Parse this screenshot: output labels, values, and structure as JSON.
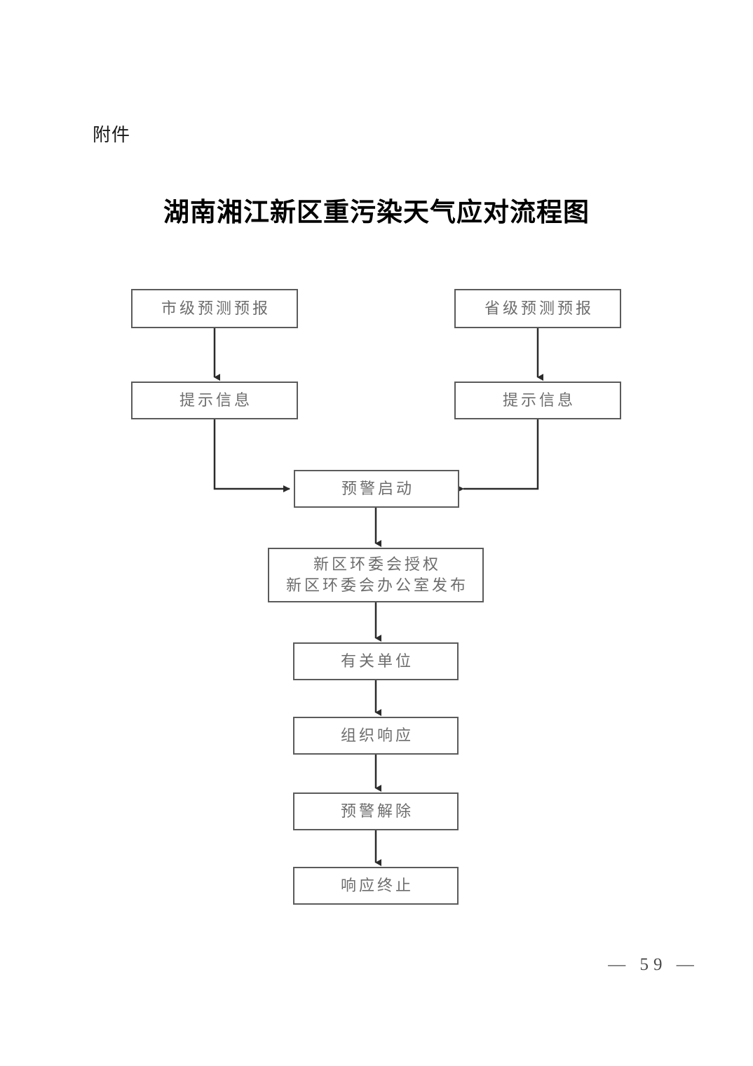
{
  "document": {
    "attachment_label": "附件",
    "title": "湖南湘江新区重污染天气应对流程图",
    "page_number": "— 59 —"
  },
  "chart_data": {
    "type": "diagram",
    "title": "湖南湘江新区重污染天气应对流程图",
    "nodes": [
      {
        "id": "city-forecast",
        "label": "市级预测预报"
      },
      {
        "id": "prov-forecast",
        "label": "省级预测预报"
      },
      {
        "id": "city-notice",
        "label": "提示信息"
      },
      {
        "id": "prov-notice",
        "label": "提示信息"
      },
      {
        "id": "warning-start",
        "label": "预警启动"
      },
      {
        "id": "authorize",
        "label_line1": "新区环委会授权",
        "label_line2": "新区环委会办公室发布"
      },
      {
        "id": "relevant-units",
        "label": "有关单位"
      },
      {
        "id": "organize-response",
        "label": "组织响应"
      },
      {
        "id": "warning-lift",
        "label": "预警解除"
      },
      {
        "id": "response-end",
        "label": "响应终止"
      }
    ],
    "edges": [
      {
        "from": "city-forecast",
        "to": "city-notice",
        "style": "straight-down"
      },
      {
        "from": "prov-forecast",
        "to": "prov-notice",
        "style": "straight-down"
      },
      {
        "from": "city-notice",
        "to": "warning-start",
        "style": "elbow-right"
      },
      {
        "from": "prov-notice",
        "to": "warning-start",
        "style": "elbow-left"
      },
      {
        "from": "warning-start",
        "to": "authorize",
        "style": "straight-down"
      },
      {
        "from": "authorize",
        "to": "relevant-units",
        "style": "straight-down"
      },
      {
        "from": "relevant-units",
        "to": "organize-response",
        "style": "straight-down"
      },
      {
        "from": "organize-response",
        "to": "warning-lift",
        "style": "straight-down"
      },
      {
        "from": "warning-lift",
        "to": "response-end",
        "style": "straight-down"
      }
    ],
    "colors": {
      "box_border": "#5b5b5b",
      "box_text": "#6d6d6d",
      "connector": "#2b2b2b",
      "background": "#ffffff"
    }
  }
}
